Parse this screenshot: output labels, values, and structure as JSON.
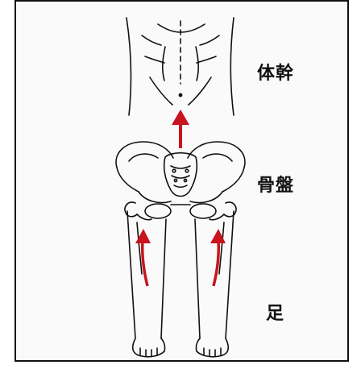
{
  "labels": {
    "torso": "体幹",
    "pelvis": "骨盤",
    "feet": "足"
  },
  "colors": {
    "line": "#111111",
    "arrow": "#c8141e",
    "background": "#fafafa"
  },
  "icons": [
    "torso-icon",
    "pelvis-icon",
    "legs-icon",
    "up-arrow-icon",
    "curved-up-arrow-icon"
  ]
}
